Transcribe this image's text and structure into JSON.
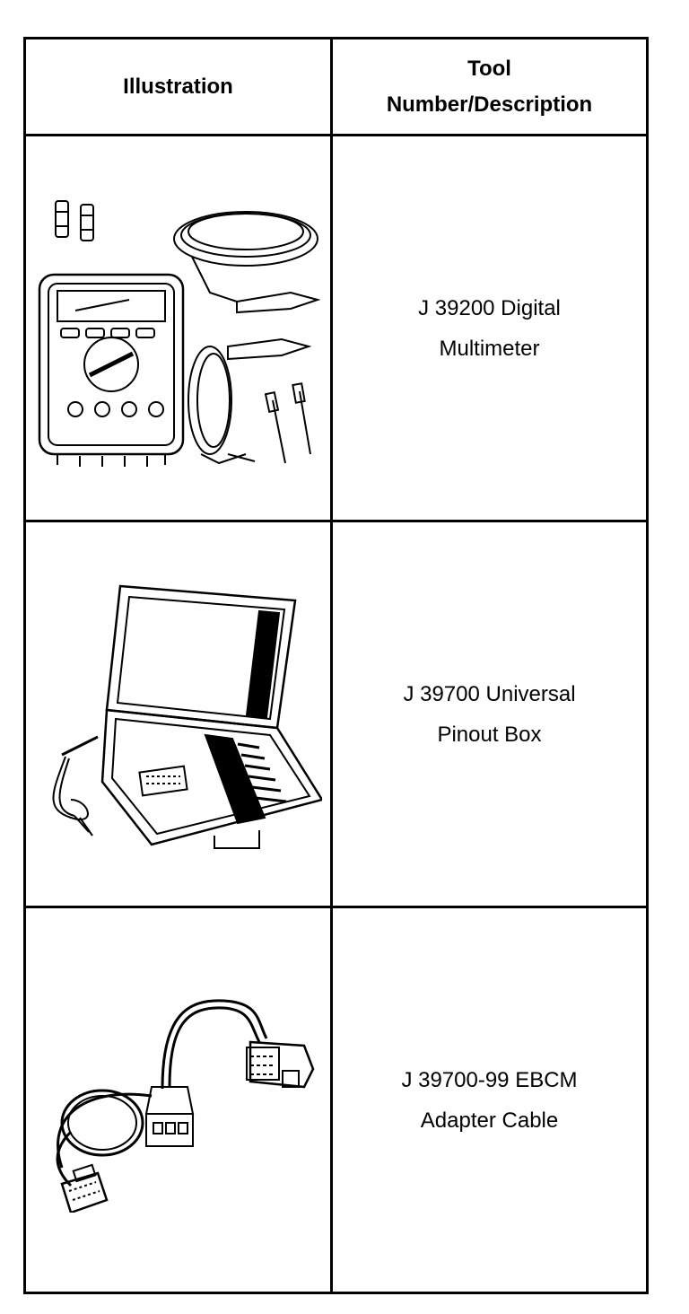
{
  "table": {
    "header": {
      "illustration": "Illustration",
      "tool_line1": "Tool",
      "tool_line2": "Number/Description"
    },
    "rows": [
      {
        "icon": "digital-multimeter-icon",
        "line1": "J 39200 Digital",
        "line2": "Multimeter"
      },
      {
        "icon": "pinout-box-icon",
        "line1": "J 39700 Universal",
        "line2": "Pinout Box"
      },
      {
        "icon": "adapter-cable-icon",
        "line1": "J 39700-99 EBCM",
        "line2": "Adapter Cable"
      }
    ]
  }
}
